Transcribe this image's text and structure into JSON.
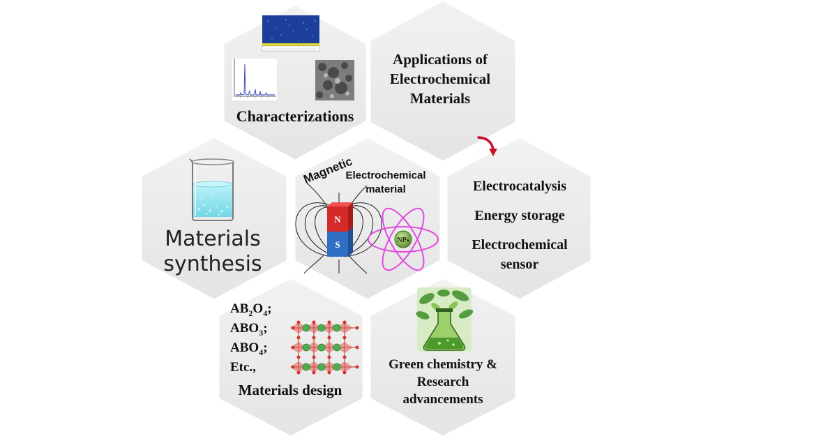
{
  "hexagons": {
    "characterizations": {
      "label": "Characterizations"
    },
    "applications": {
      "title_lines": [
        "Applications of",
        "Electrochemical",
        "Materials"
      ]
    },
    "synthesis": {
      "label_lines": [
        "Materials",
        "synthesis"
      ]
    },
    "center": {
      "magnetic": "Magnetic",
      "subtitle_lines": [
        "Electrochemical",
        "material"
      ],
      "magnet_north": "N",
      "magnet_south": "S",
      "nps": "NPs"
    },
    "uses": {
      "items": [
        "Electrocatalysis",
        "Energy storage",
        "Electrochemical",
        "sensor"
      ]
    },
    "design": {
      "formulas": [
        {
          "base": "AB",
          "sub1": "2",
          "mid": "O",
          "sub2": "4",
          "end": ";"
        },
        {
          "base": "ABO",
          "sub1": "3",
          "end": ";"
        },
        {
          "base": "ABO",
          "sub1": "4",
          "end": ";"
        },
        {
          "base": "Etc.,",
          "sub1": "",
          "end": ""
        }
      ],
      "label": "Materials design"
    },
    "green": {
      "label_lines": [
        "Green chemistry &",
        "Research",
        "advancements"
      ]
    }
  },
  "colors": {
    "hex_fill": "#ebebeb",
    "magnet_north": "#d62a2a",
    "magnet_south": "#2f6ec2",
    "atom_orbit": "#e34be0",
    "nucleus": "#7fb04a",
    "arrow": "#c8102e",
    "water": "#8fe3ef",
    "crystal_green": "#4caf50",
    "crystal_red": "#d8332a"
  }
}
